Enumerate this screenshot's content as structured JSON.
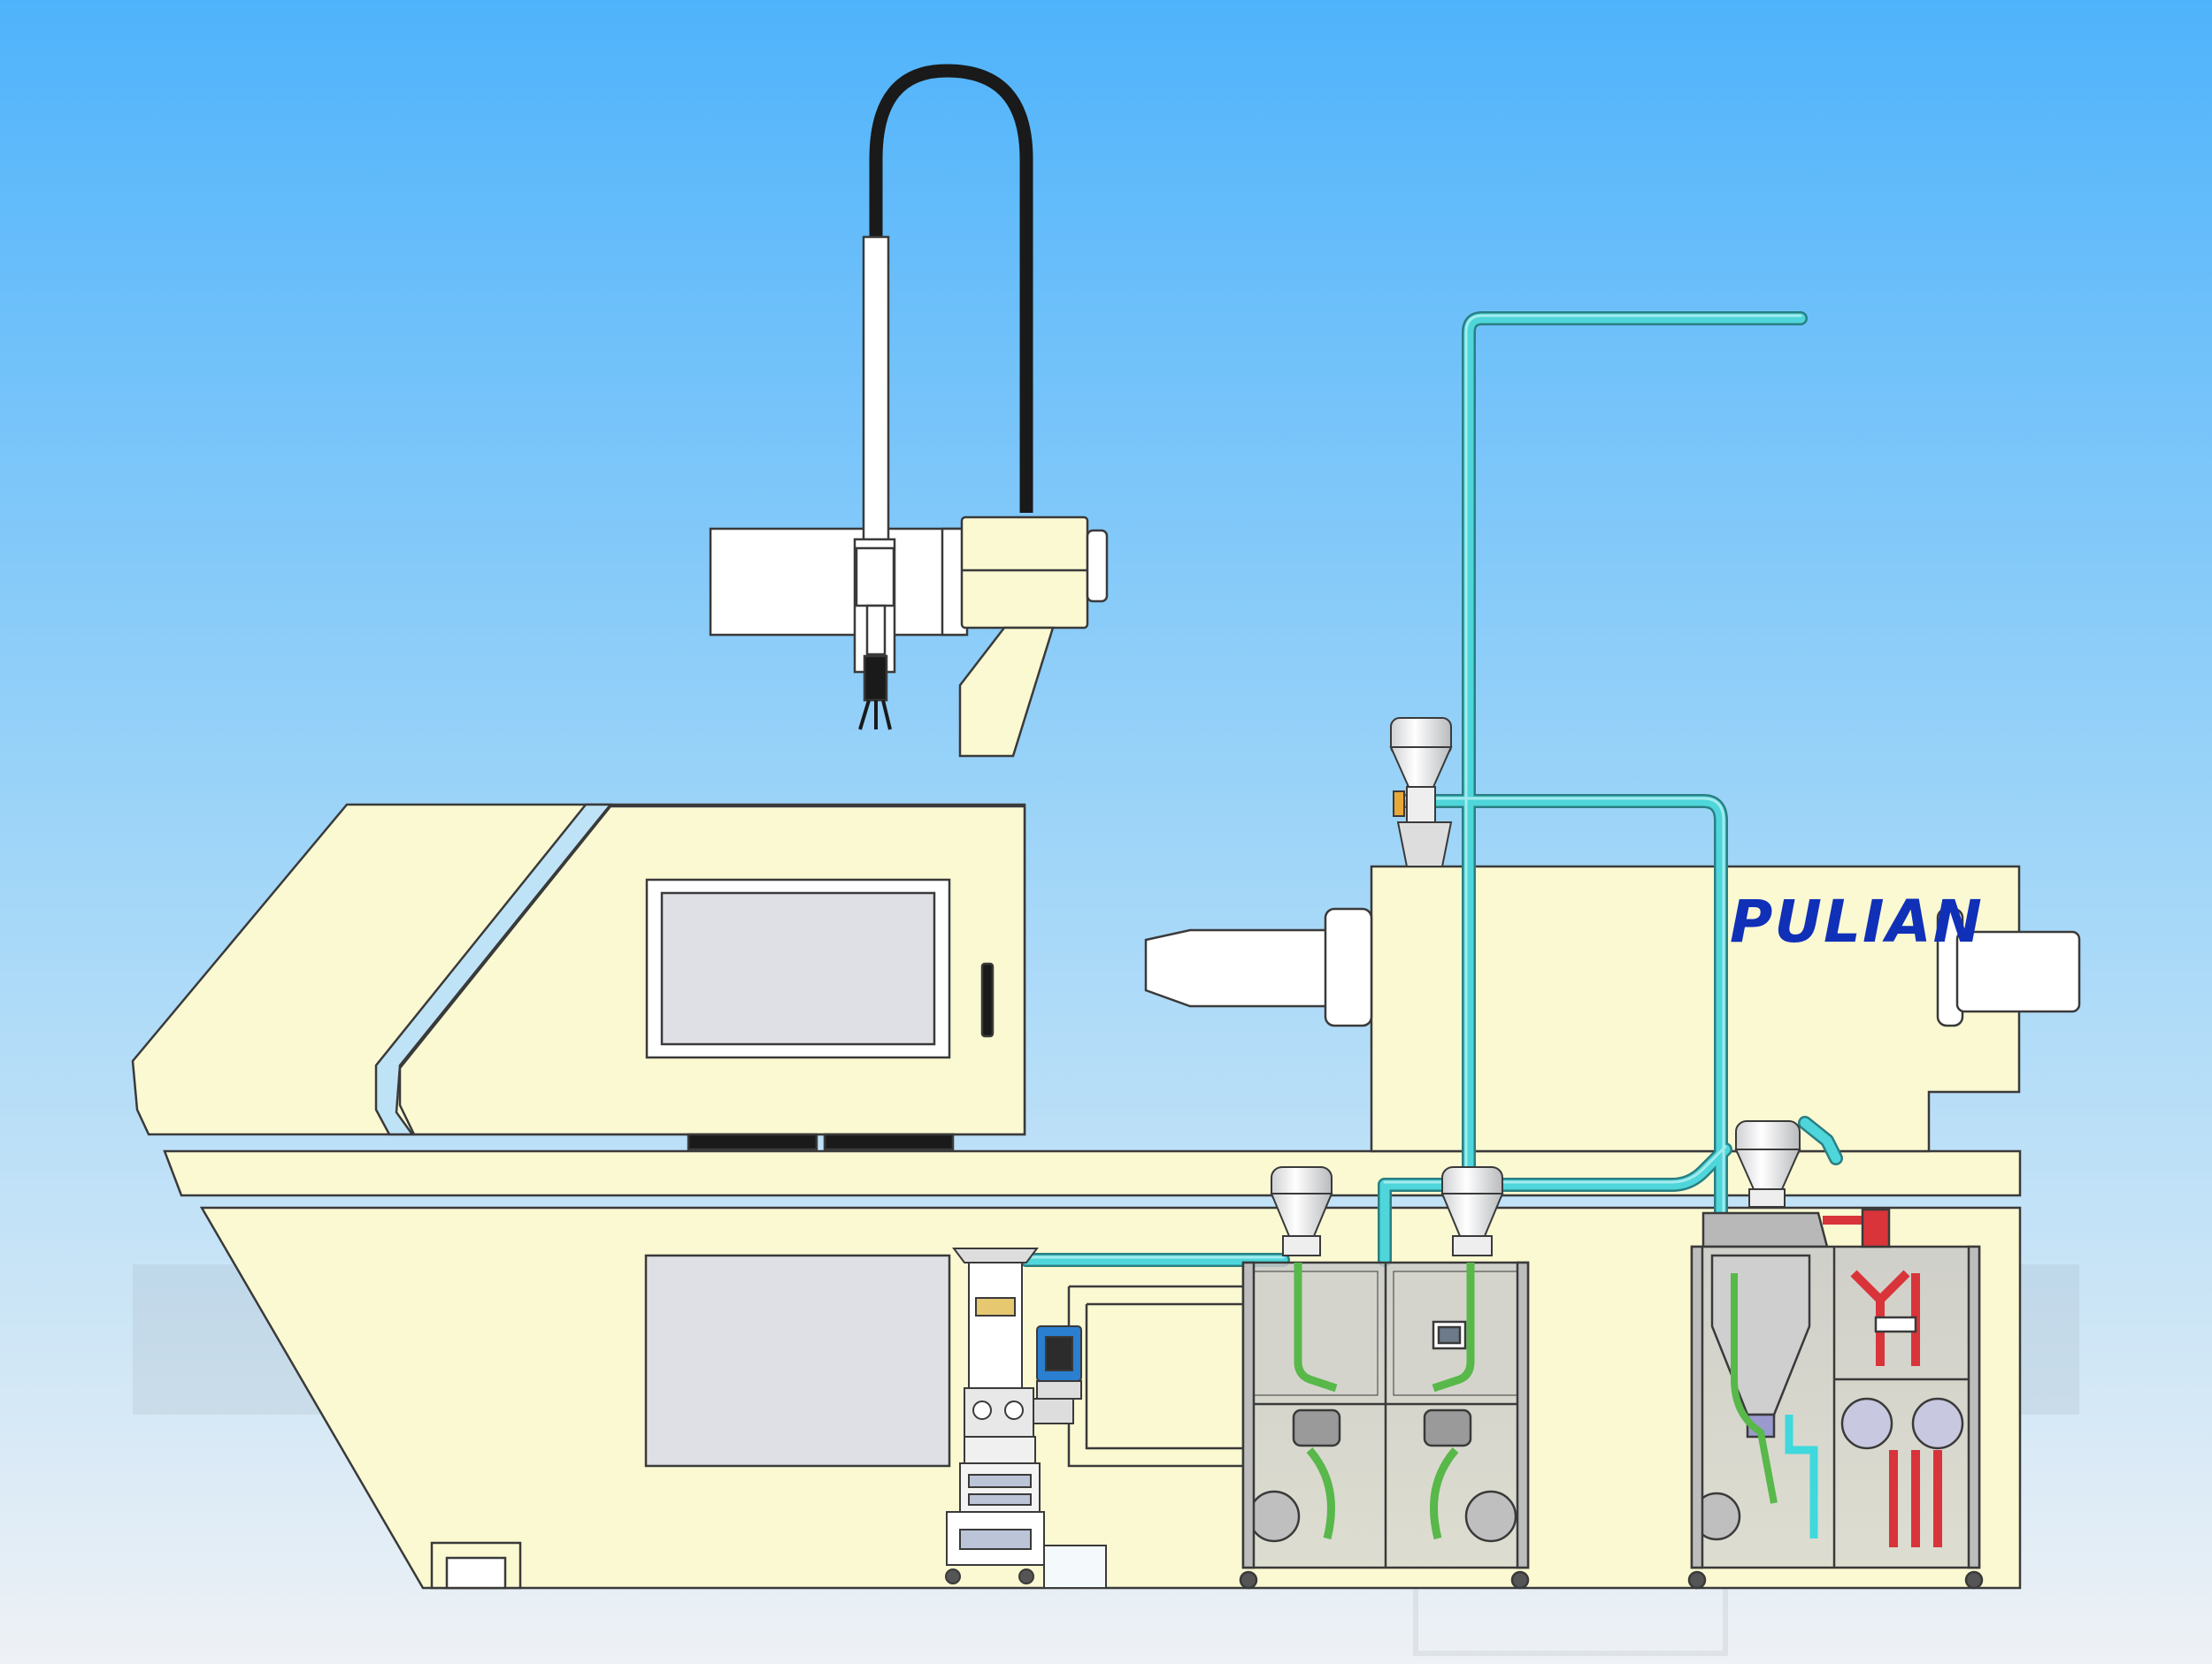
{
  "brand": {
    "name": "PULIAN",
    "color": "#1030b8"
  },
  "colors": {
    "sky_top": "#4fb3fb",
    "sky_mid": "#a6d8f8",
    "sky_bottom": "#eef1f5",
    "machine_body": "#fbf9d2",
    "machine_outline": "#3a3a3a",
    "window_fill": "#dfe0e5",
    "conveying_pipe": "#3fd8dc",
    "green_hose": "#58b84a",
    "red_pipe": "#d8343a",
    "dark_block": "#1a1a1a",
    "blower_blue": "#2a7fd0"
  },
  "components": [
    {
      "id": "injection-molding-machine",
      "icon": "injection-molding-machine-icon"
    },
    {
      "id": "take-out-robot",
      "icon": "robot-arm-icon"
    },
    {
      "id": "hopper-loader-top",
      "icon": "hopper-loader-icon"
    },
    {
      "id": "hopper-loader-left",
      "icon": "hopper-loader-icon"
    },
    {
      "id": "hopper-loader-middle",
      "icon": "hopper-loader-icon"
    },
    {
      "id": "hopper-loader-right",
      "icon": "hopper-loader-icon"
    },
    {
      "id": "granulator",
      "icon": "granulator-icon"
    },
    {
      "id": "dryer-cabinet-left",
      "icon": "dryer-cabinet-icon"
    },
    {
      "id": "dehumidifier-cabinet-right",
      "icon": "dehumidifier-cabinet-icon"
    },
    {
      "id": "vacuum-conveying-pipe",
      "icon": "pipe-icon"
    }
  ]
}
